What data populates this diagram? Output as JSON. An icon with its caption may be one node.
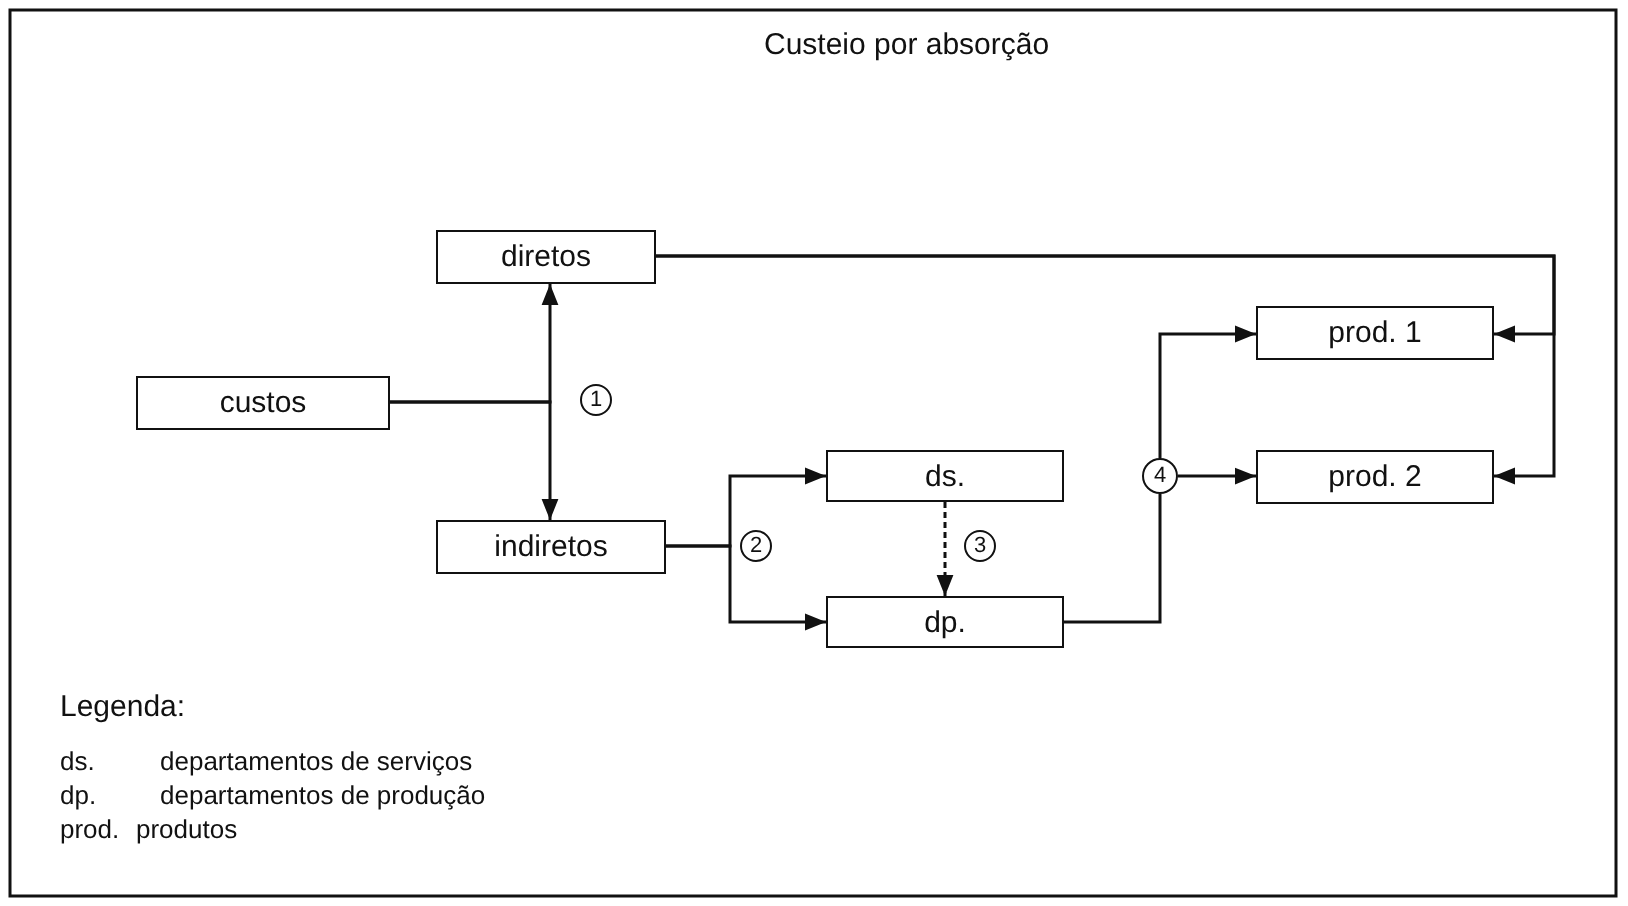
{
  "diagram": {
    "title": "Custeio por absorção",
    "nodes": [
      {
        "text": [
          "custos"
        ]
      },
      {
        "text": [
          "diretos"
        ]
      },
      {
        "text": [
          "indiretos"
        ]
      },
      {
        "text": [
          "ds."
        ]
      },
      {
        "text": [
          "dp."
        ]
      },
      {
        "text": [
          "prod. 1"
        ]
      },
      {
        "text": [
          "prod. 2"
        ]
      },
      {
        "text": [
          "1"
        ]
      },
      {
        "text": [
          "2"
        ]
      },
      {
        "text": [
          "3"
        ]
      },
      {
        "text": [
          "4"
        ]
      }
    ],
    "edges": [
      {
        "from": 0,
        "to": 1,
        "arrow": "to"
      },
      {
        "from": 0,
        "to": 2,
        "arrow": "to"
      },
      {
        "from": 2,
        "to": 3,
        "arrow": "to"
      },
      {
        "from": 2,
        "to": 4,
        "arrow": "to"
      },
      {
        "from": 3,
        "to": 4,
        "arrow": "to",
        "style": "dashed"
      },
      {
        "from": 4,
        "to": 10,
        "arrow": "none"
      },
      {
        "from": 10,
        "to": 5,
        "arrow": "to"
      },
      {
        "from": 10,
        "to": 6,
        "arrow": "to"
      },
      {
        "from": 1,
        "to": 5,
        "arrow": "to"
      },
      {
        "from": 1,
        "to": 6,
        "arrow": "to"
      }
    ],
    "labels": [
      "Legenda:",
      "ds.",
      "departamentos de serviços",
      "dp.",
      "departamentos de produção",
      "prod.",
      "produtos"
    ]
  }
}
